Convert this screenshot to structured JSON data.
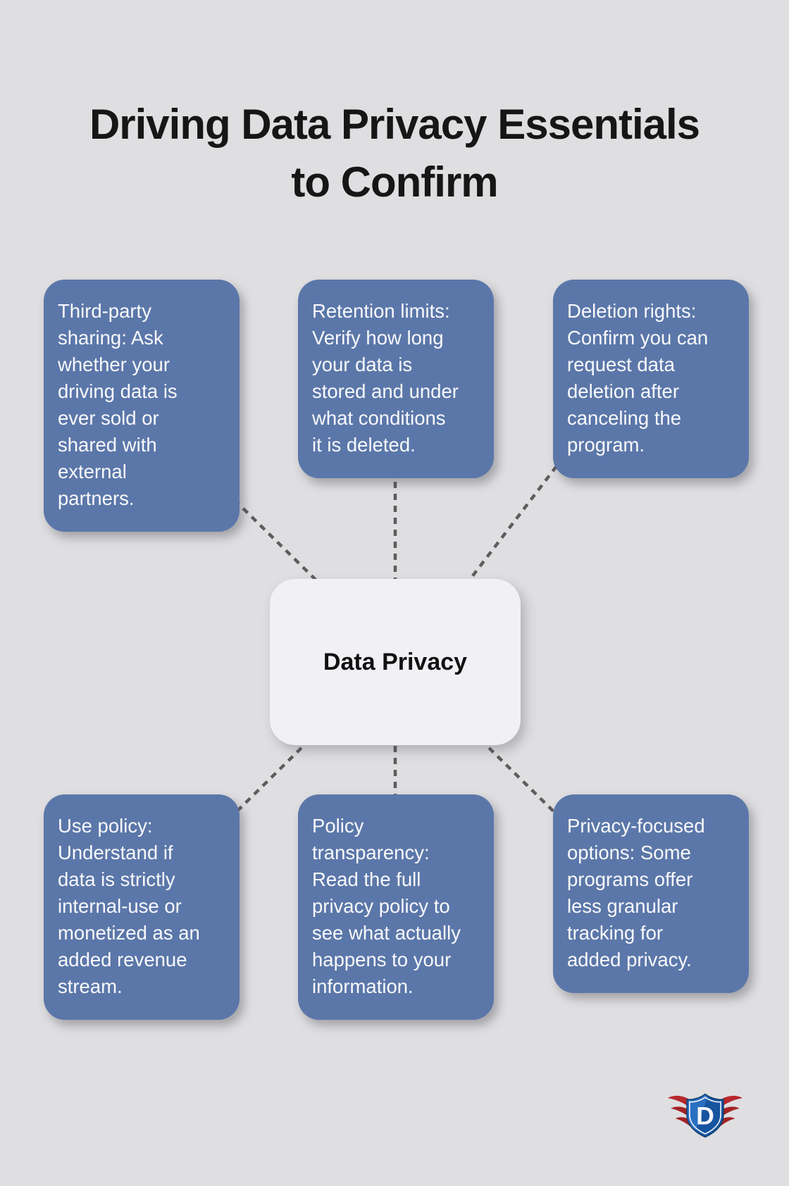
{
  "title": "Driving Data Privacy Essentials\nto Confirm",
  "center": {
    "label": "Data Privacy"
  },
  "nodes": [
    {
      "id": "third-party-sharing",
      "text": "Third-party\nsharing: Ask\nwhether your\ndriving data is\never sold or\nshared with\nexternal\npartners."
    },
    {
      "id": "retention-limits",
      "text": "Retention limits:\nVerify how long\nyour data is\nstored and under\nwhat conditions\nit is deleted."
    },
    {
      "id": "deletion-rights",
      "text": "Deletion rights:\nConfirm you can\nrequest data\ndeletion after\ncanceling the\nprogram."
    },
    {
      "id": "use-policy",
      "text": "Use policy:\nUnderstand if\ndata is strictly\ninternal-use or\nmonetized as an\nadded revenue\nstream."
    },
    {
      "id": "policy-transparency",
      "text": "Policy\ntransparency:\nRead the full\nprivacy policy to\nsee what actually\nhappens to your\ninformation."
    },
    {
      "id": "privacy-focused-options",
      "text": "Privacy-focused\noptions: Some\nprograms offer\nless granular\ntracking for\nadded privacy."
    }
  ],
  "logo": {
    "letter": "D"
  },
  "colors": {
    "background": "#dfdfe1",
    "box_blue": "#5b77a9",
    "box_text": "#f9f9fb",
    "center_bg": "#f1f0f4",
    "title_text": "#161616",
    "dash": "#5d5d5d",
    "logo_red": "#b7282c",
    "logo_red_dark": "#a32325",
    "logo_blue_light": "#2a6fc0",
    "logo_blue_dark": "#15549f",
    "logo_navy": "#11406f"
  }
}
